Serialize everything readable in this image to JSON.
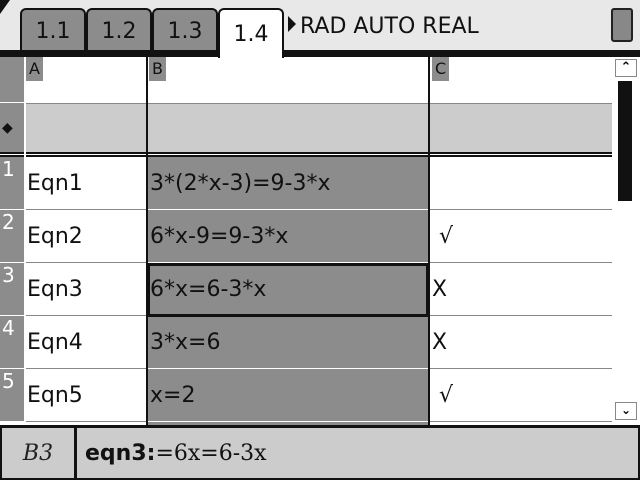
{
  "tabs": [
    "1.1",
    "1.2",
    "1.3",
    "1.4"
  ],
  "active_tab": "1.4",
  "status": "RAD AUTO REAL",
  "columns": [
    "A",
    "B",
    "C"
  ],
  "formula_row_marker": "◆",
  "rows": [
    {
      "num": "1",
      "a": "Eqn1",
      "b": "3*(2*x-3)=9-3*x",
      "c": ""
    },
    {
      "num": "2",
      "a": "Eqn2",
      "b": "6*x-9=9-3*x",
      "c": "√"
    },
    {
      "num": "3",
      "a": "Eqn3",
      "b": "6*x=6-3*x",
      "c": "X"
    },
    {
      "num": "4",
      "a": "Eqn4",
      "b": "3*x=6",
      "c": "X"
    },
    {
      "num": "5",
      "a": "Eqn5",
      "b": "x=2",
      "c": "√"
    }
  ],
  "entry": {
    "cell_ref": "B3",
    "name": "eqn3:",
    "formula": "=6x=6-3x"
  },
  "colors": {
    "selected_column": "#8c8c8c",
    "formula_row": "#cccccc"
  }
}
